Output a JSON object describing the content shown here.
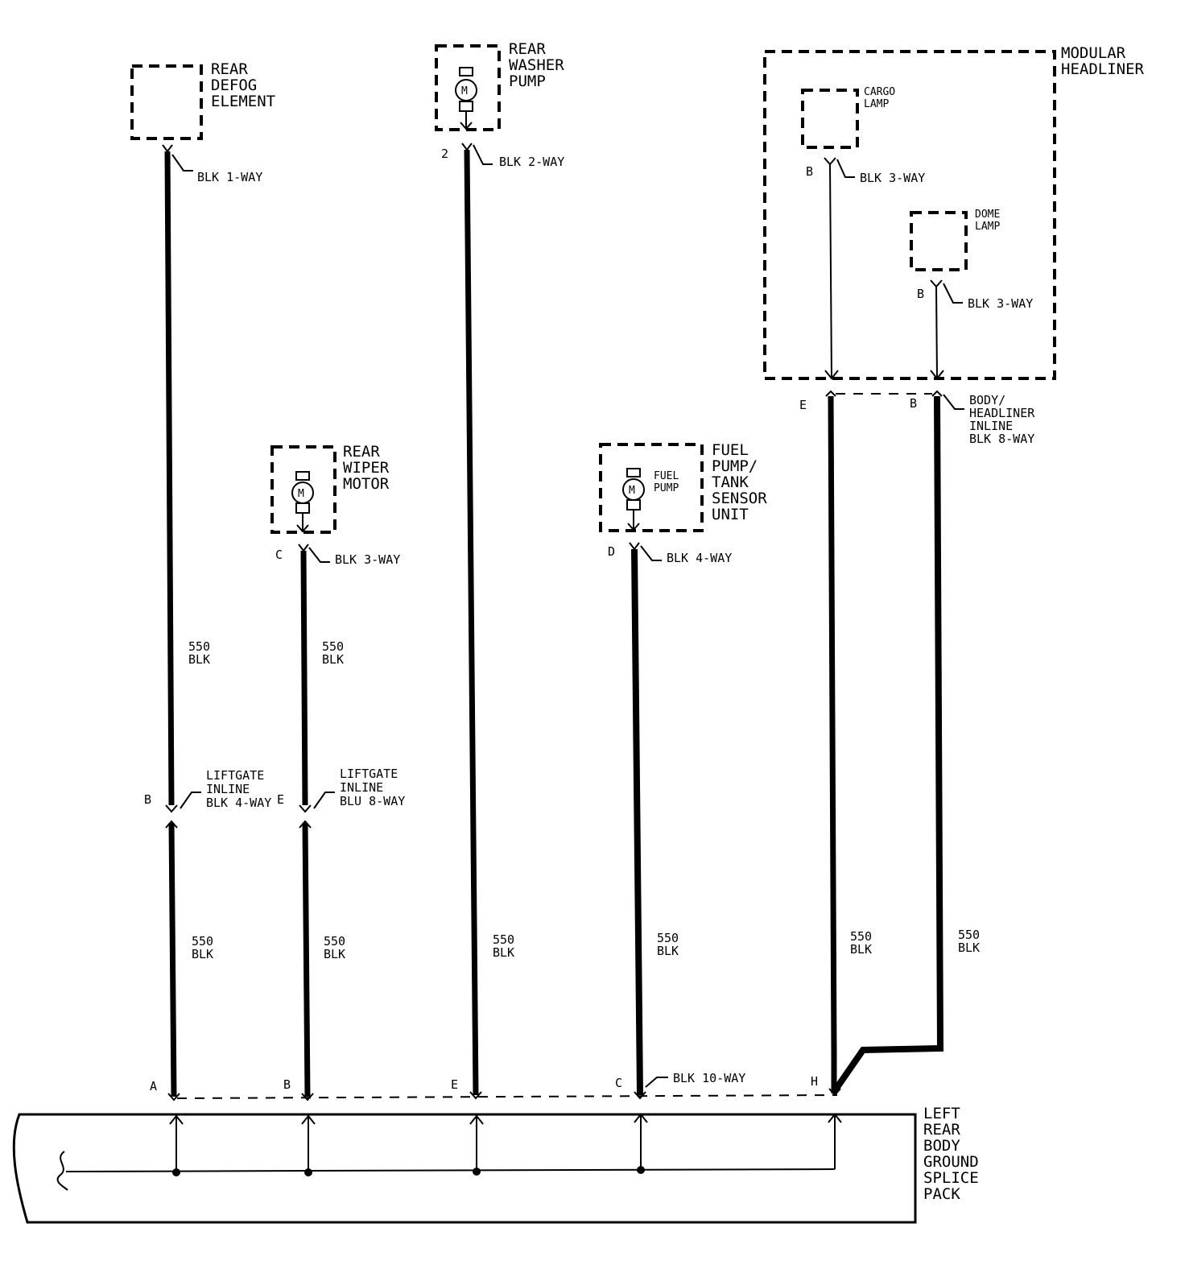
{
  "components": {
    "rear_defog": [
      "REAR",
      "DEFOG",
      "ELEMENT"
    ],
    "rear_washer_pump": [
      "REAR",
      "WASHER",
      "PUMP"
    ],
    "rear_wiper_motor": [
      "REAR",
      "WIPER",
      "MOTOR"
    ],
    "fuel_pump_unit": [
      "FUEL",
      "PUMP/",
      "TANK",
      "SENSOR",
      "UNIT"
    ],
    "fuel_pump_inner": [
      "FUEL",
      "PUMP"
    ],
    "modular_headliner": [
      "MODULAR",
      "HEADLINER"
    ],
    "cargo_lamp": [
      "CARGO",
      "LAMP"
    ],
    "dome_lamp": [
      "DOME",
      "LAMP"
    ],
    "ground_splice": [
      "LEFT",
      "REAR",
      "BODY",
      "GROUND",
      "SPLICE",
      "PACK"
    ],
    "motor_symbol": "M"
  },
  "connectors": {
    "defog": "BLK 1-WAY",
    "washer": "BLK 2-WAY",
    "wiper": "BLK 3-WAY",
    "fuel": "BLK 4-WAY",
    "cargo": "BLK 3-WAY",
    "dome": "BLK 3-WAY",
    "body_headliner": [
      "BODY/",
      "HEADLINER",
      "INLINE",
      "BLK 8-WAY"
    ],
    "liftgate_4way": [
      "LIFTGATE",
      "INLINE",
      "BLK 4-WAY"
    ],
    "liftgate_8way": [
      "LIFTGATE",
      "INLINE",
      "BLU 8-WAY"
    ],
    "splice_10way": "BLK 10-WAY"
  },
  "pins": {
    "washer": "2",
    "wiper": "C",
    "fuel": "D",
    "cargo": "B",
    "dome": "B",
    "headliner_e": "E",
    "headliner_b": "B",
    "liftgate_b": "B",
    "liftgate_e": "E",
    "splice_a": "A",
    "splice_b": "B",
    "splice_e": "E",
    "splice_c": "C",
    "splice_h": "H"
  },
  "wire_label": [
    "550",
    "BLK"
  ]
}
